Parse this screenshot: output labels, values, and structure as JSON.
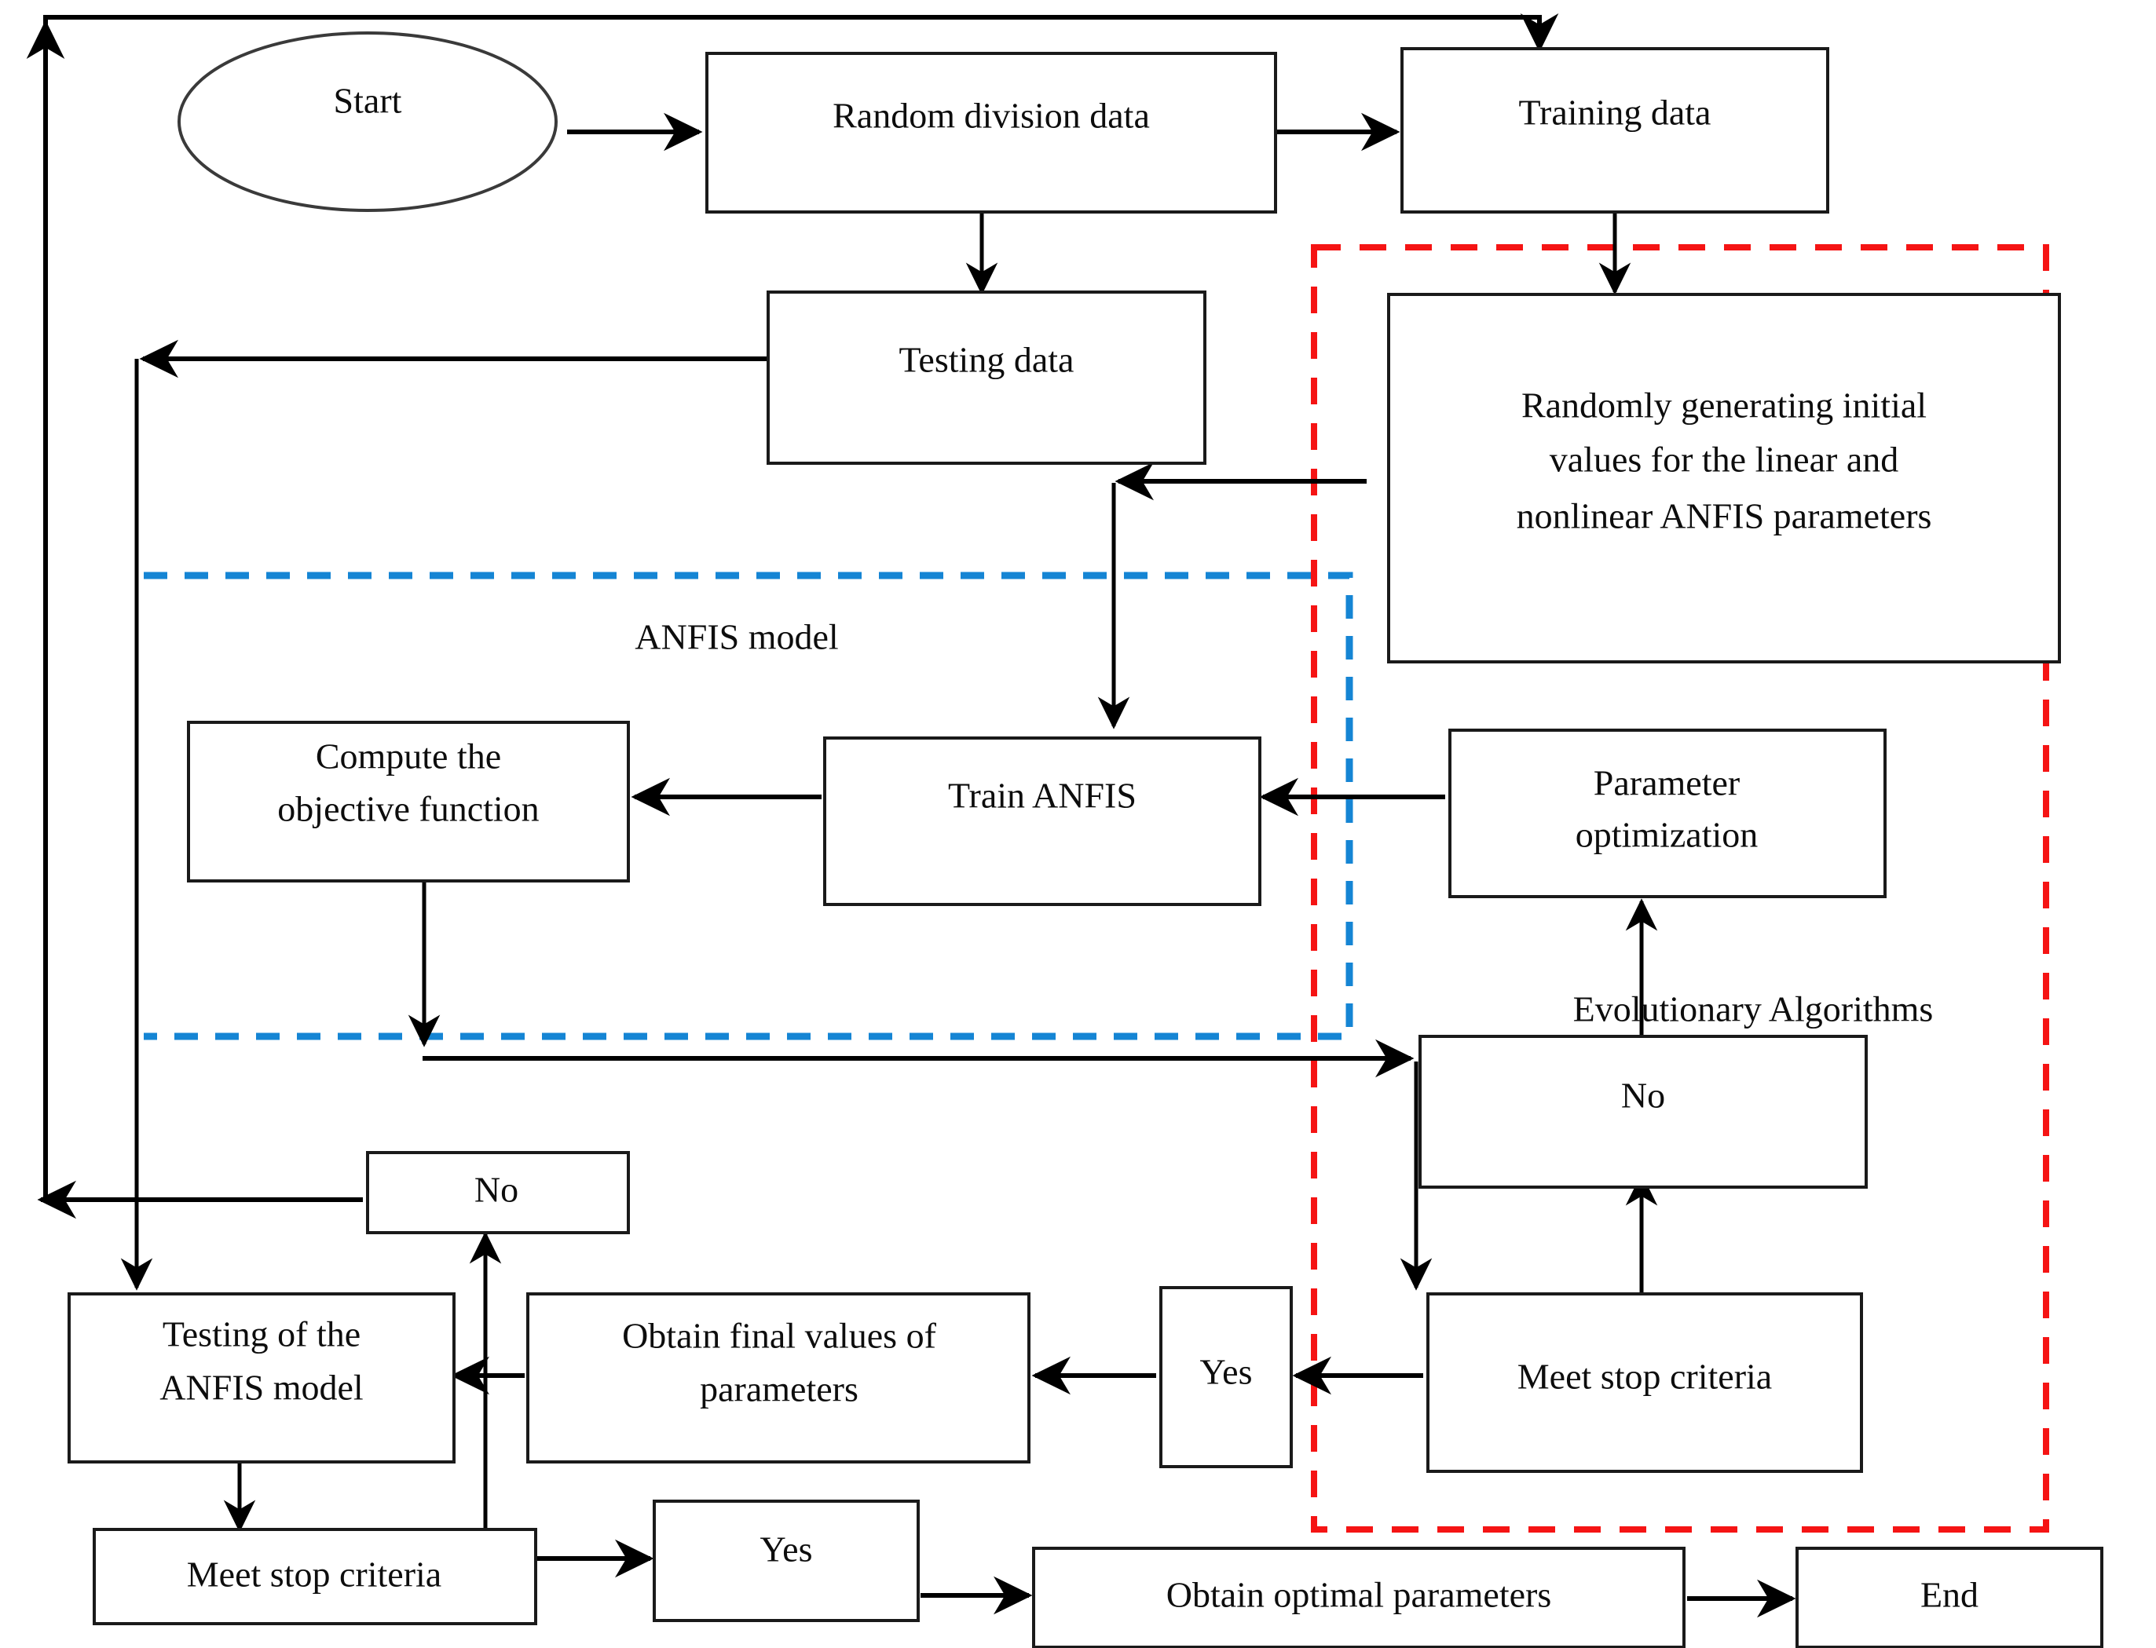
{
  "diagram": {
    "title": "ANFIS model training and optimization flowchart",
    "colors": {
      "node_stroke": "#1a1a1a",
      "node_fill": "#ffffff",
      "edge": "#000000",
      "anfis_region_dash": "#1585d4",
      "evolutionary_region_dash": "#f51414",
      "text": "#0d0d0d"
    },
    "regions": [
      {
        "id": "anfis",
        "label": "ANFIS model",
        "dash_color": "#1585d4"
      },
      {
        "id": "evolutionary",
        "label": "Evolutionary Algorithms",
        "dash_color": "#f51414"
      }
    ],
    "nodes": [
      {
        "id": "start",
        "label": "Start",
        "shape": "ellipse"
      },
      {
        "id": "random_division",
        "label": "Random division data",
        "shape": "rect"
      },
      {
        "id": "training_data",
        "label": "Training data",
        "shape": "rect"
      },
      {
        "id": "testing_data",
        "label": "Testing data",
        "shape": "rect"
      },
      {
        "id": "random_init",
        "label_line1": "Randomly generating initial",
        "label_line2": "values for the linear and",
        "label_line3": "nonlinear ANFIS parameters",
        "shape": "rect"
      },
      {
        "id": "compute_objective",
        "label_line1": "Compute the",
        "label_line2": "objective function",
        "shape": "rect"
      },
      {
        "id": "train_anfis",
        "label": "Train ANFIS",
        "shape": "rect"
      },
      {
        "id": "param_opt",
        "label_line1": "Parameter",
        "label_line2": "optimization",
        "shape": "rect"
      },
      {
        "id": "no_right",
        "label": "No",
        "shape": "rect"
      },
      {
        "id": "no_left",
        "label": "No",
        "shape": "rect"
      },
      {
        "id": "testing_anfis",
        "label_line1": "Testing of the",
        "label_line2": "ANFIS model",
        "shape": "rect"
      },
      {
        "id": "obtain_final",
        "label_line1": "Obtain final values of",
        "label_line2": "parameters",
        "shape": "rect"
      },
      {
        "id": "yes_right",
        "label": "Yes",
        "shape": "rect"
      },
      {
        "id": "meet_stop_right",
        "label": "Meet stop criteria",
        "shape": "rect"
      },
      {
        "id": "meet_stop_left",
        "label": "Meet stop criteria",
        "shape": "rect"
      },
      {
        "id": "yes_bottom",
        "label": "Yes",
        "shape": "rect"
      },
      {
        "id": "obtain_optimal",
        "label": "Obtain optimal parameters",
        "shape": "rect"
      },
      {
        "id": "end",
        "label": "End",
        "shape": "rect"
      }
    ]
  }
}
